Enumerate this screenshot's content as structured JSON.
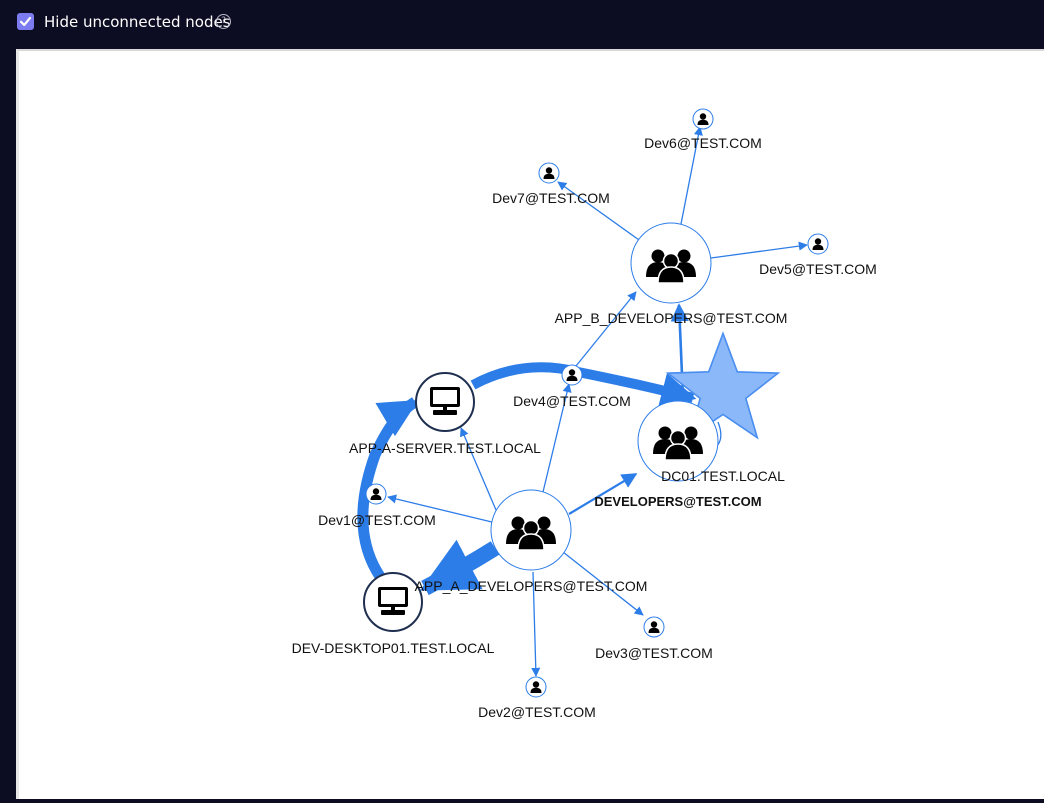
{
  "toolbar": {
    "hide_unconnected_label": "Hide unconnected nodes",
    "hide_unconnected_checked": true,
    "help_icon": "question-circle-icon"
  },
  "graph": {
    "colors": {
      "edge": "#2d7de8",
      "node_border": "#2d7de8",
      "icon": "#000000",
      "highlight_star": "#8bb8f8"
    },
    "nodes": [
      {
        "id": "app_a_dev",
        "type": "group",
        "label": "APP_A_DEVELOPERS@TEST.COM"
      },
      {
        "id": "app_b_dev",
        "type": "group",
        "label": "APP_B_DEVELOPERS@TEST.COM"
      },
      {
        "id": "developers",
        "type": "group",
        "label": "DEVELOPERS@TEST.COM"
      },
      {
        "id": "dc01",
        "type": "computer",
        "label": "DC01.TEST.LOCAL",
        "highlighted": true
      },
      {
        "id": "app_a_server",
        "type": "computer",
        "label": "APP-A-SERVER.TEST.LOCAL"
      },
      {
        "id": "dev_desktop01",
        "type": "computer",
        "label": "DEV-DESKTOP01.TEST.LOCAL"
      },
      {
        "id": "dev1",
        "type": "user",
        "label": "Dev1@TEST.COM"
      },
      {
        "id": "dev2",
        "type": "user",
        "label": "Dev2@TEST.COM"
      },
      {
        "id": "dev3",
        "type": "user",
        "label": "Dev3@TEST.COM"
      },
      {
        "id": "dev4",
        "type": "user",
        "label": "Dev4@TEST.COM"
      },
      {
        "id": "dev5",
        "type": "user",
        "label": "Dev5@TEST.COM"
      },
      {
        "id": "dev6",
        "type": "user",
        "label": "Dev6@TEST.COM"
      },
      {
        "id": "dev7",
        "type": "user",
        "label": "Dev7@TEST.COM"
      }
    ]
  }
}
